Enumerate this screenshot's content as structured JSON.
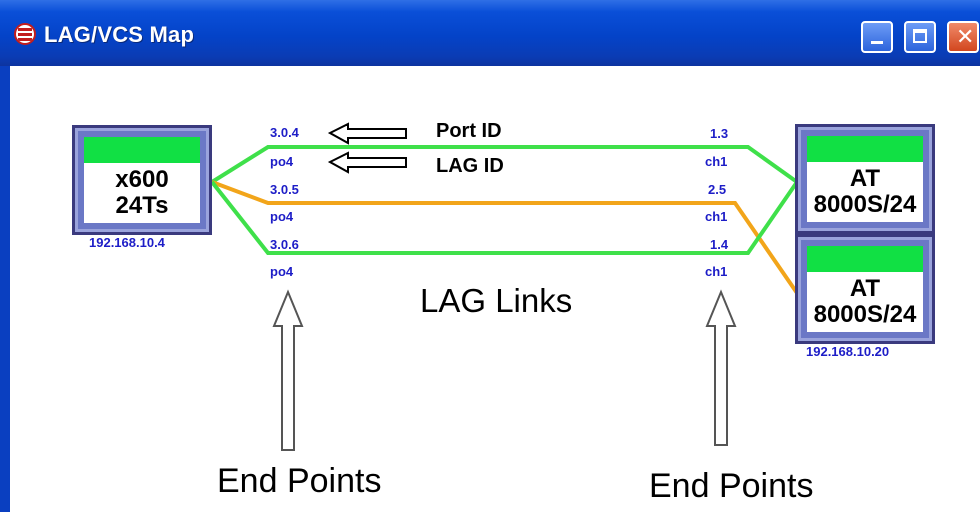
{
  "window": {
    "title": "LAG/VCS Map",
    "icon": "app-logo-icon",
    "controls": [
      "minimize-icon",
      "maximize-icon",
      "close-icon"
    ]
  },
  "devices": {
    "left": {
      "name": "x600\n24Ts",
      "ip": "192.168.10.4"
    },
    "right_top": {
      "name": "AT\n8000S/24"
    },
    "right_bottom": {
      "name": "AT\n8000S/24",
      "ip": "192.168.10.20"
    }
  },
  "ports_left": [
    {
      "text": "3.0.4"
    },
    {
      "text": "po4"
    },
    {
      "text": "3.0.5"
    },
    {
      "text": "po4"
    },
    {
      "text": "3.0.6"
    },
    {
      "text": "po4"
    }
  ],
  "ports_right": [
    {
      "text": "1.3"
    },
    {
      "text": "ch1"
    },
    {
      "text": "2.5"
    },
    {
      "text": "ch1"
    },
    {
      "text": "1.4"
    },
    {
      "text": "ch1"
    }
  ],
  "annotations": {
    "port_id": "Port ID",
    "lag_id": "LAG ID",
    "lag_links": "LAG Links",
    "end_points_left": "End Points",
    "end_points_right": "End Points"
  },
  "colors": {
    "link_green": "#3fe04a",
    "link_orange": "#f2a51a",
    "device_status": "#11e044",
    "port_text": "#1d1dc7",
    "title_bar": "#0443c8"
  }
}
